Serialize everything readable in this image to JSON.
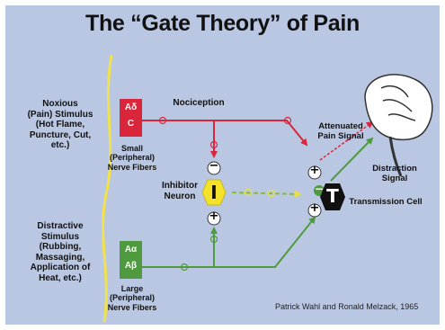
{
  "title": "The “Gate Theory” of Pain",
  "noxious_stimulus": [
    "Noxious",
    "(Pain) Stimulus",
    "(Hot Flame,",
    "Puncture, Cut,",
    "etc.)"
  ],
  "distractive_stimulus": [
    "Distractive",
    "Stimulus",
    "(Rubbing,",
    "Massaging,",
    "Application of",
    "Heat, etc.)"
  ],
  "small_fiber_box": [
    "Aδ",
    "C"
  ],
  "large_fiber_box": [
    "Aα",
    "Aβ"
  ],
  "small_fibers_label": [
    "Small",
    "(Peripheral)",
    "Nerve Fibers"
  ],
  "large_fibers_label": [
    "Large",
    "(Peripheral)",
    "Nerve Fibers"
  ],
  "nociception_label": "Nociception",
  "inhibitor_label": [
    "Inhibitor",
    "Neuron"
  ],
  "inhibitor_letter": "I",
  "transmission_letter": "T",
  "transmission_label": "Transmission Cell",
  "attenuated_label": [
    "Attenuated",
    "Pain Signal"
  ],
  "distraction_label": [
    "Distraction",
    "Signal"
  ],
  "signs": {
    "plus": "+",
    "minus": "−"
  },
  "credit": "Patrick Wahl and Ronald Melzack, 1965",
  "colors": {
    "background": "#b9c7e2",
    "nerve": "#f2e24a",
    "pain_path": "#d9263a",
    "large_path": "#4f9a3f",
    "inhibitor": "#f4e22a",
    "transmission": "#111111",
    "gate_path": "#7aa040"
  }
}
